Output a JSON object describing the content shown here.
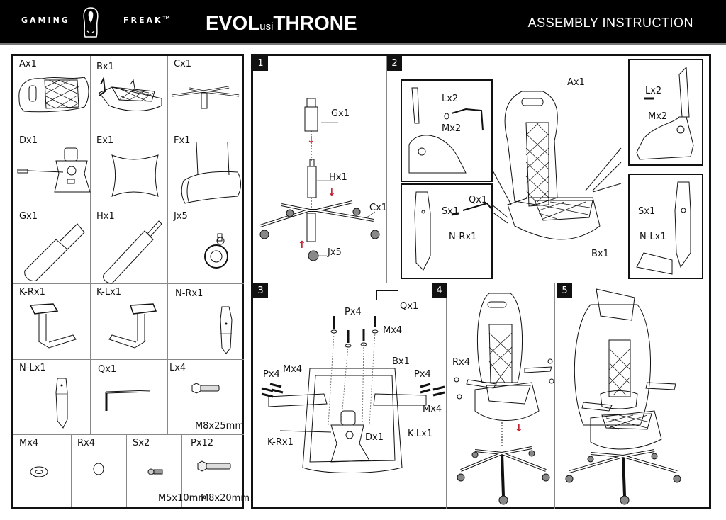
{
  "header": {
    "brand_left": "GAMING",
    "brand_right": "FREAK",
    "trademark": "TM",
    "product_prefix": "EVOL",
    "product_middle": "usi",
    "product_suffix": "THRONE",
    "title": "ASSEMBLY INSTRUCTION"
  },
  "parts": [
    {
      "label": "Ax1",
      "spec": ""
    },
    {
      "label": "Bx1",
      "spec": ""
    },
    {
      "label": "Cx1",
      "spec": ""
    },
    {
      "label": "Dx1",
      "spec": ""
    },
    {
      "label": "Ex1",
      "spec": ""
    },
    {
      "label": "Fx1",
      "spec": ""
    },
    {
      "label": "Gx1",
      "spec": ""
    },
    {
      "label": "Hx1",
      "spec": ""
    },
    {
      "label": "Jx5",
      "spec": ""
    },
    {
      "label": "K-Rx1",
      "spec": ""
    },
    {
      "label": "K-Lx1",
      "spec": ""
    },
    {
      "label": "N-Rx1",
      "spec": ""
    },
    {
      "label": "N-Lx1",
      "spec": ""
    },
    {
      "label": "Qx1",
      "spec": ""
    },
    {
      "label": "Lx4",
      "spec": "M8x25mm"
    },
    {
      "label": "Mx4",
      "spec": ""
    },
    {
      "label": "Rx4",
      "spec": ""
    },
    {
      "label": "Sx2",
      "spec": "M5x10mm"
    },
    {
      "label": "Px12",
      "spec": "M8x20mm"
    }
  ],
  "steps": {
    "step1": {
      "number": "1",
      "labels": [
        "Gx1",
        "Hx1",
        "Cx1",
        "Jx5"
      ]
    },
    "step2": {
      "number": "2",
      "labels": [
        "Ax1",
        "Bx1",
        "Lx2",
        "Mx2",
        "Sx1",
        "Qx1",
        "N-Rx1",
        "Lx2",
        "Mx2",
        "Sx1",
        "N-Lx1"
      ]
    },
    "step3": {
      "number": "3",
      "labels": [
        "Qx1",
        "Px4",
        "Mx4",
        "Bx1",
        "Px4",
        "Mx4",
        "Px4",
        "Mx4",
        "K-Rx1",
        "Dx1",
        "K-Lx1"
      ]
    },
    "step4": {
      "number": "4",
      "labels": [
        "Rx4"
      ]
    },
    "step5": {
      "number": "5",
      "labels": []
    }
  },
  "colors": {
    "header_bg": "#000000",
    "arrow": "#c4212f",
    "line": "#111111"
  }
}
